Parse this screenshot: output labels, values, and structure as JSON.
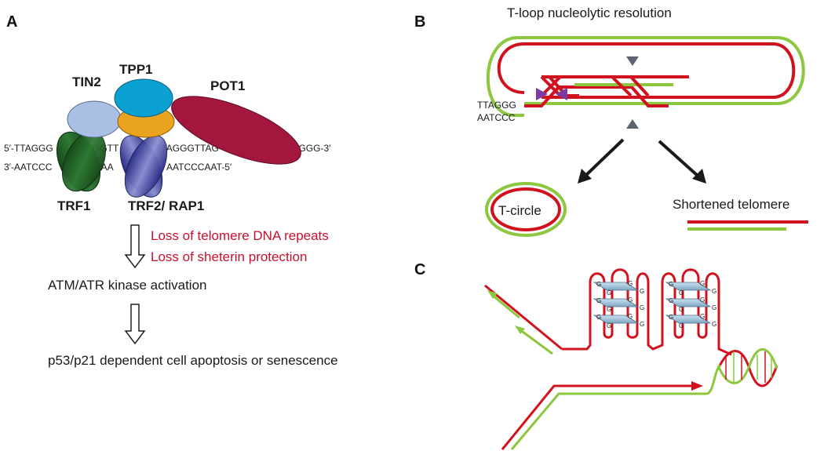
{
  "panels": {
    "a": {
      "letter": "A",
      "proteins": {
        "tin2": "TIN2",
        "tpp1": "TPP1",
        "pot1": "POT1",
        "trf1": "TRF1",
        "trf2_rap1": "TRF2/ RAP1"
      },
      "sequence_top_fragments": [
        "5′-TTAGGG",
        "GGTT",
        "TTAGGGTTAG",
        "GGTTAGGG-3′"
      ],
      "sequence_bottom_fragments": [
        "3′-AATCCC",
        "CAA",
        "AATCCCAAT-5′"
      ],
      "loss_line_1": "Loss of telomere DNA repeats",
      "loss_line_2": "Loss of sheterin protection",
      "kinase": "ATM/ATR kinase activation",
      "outcome": "p53/p21 dependent cell apoptosis or senescence"
    },
    "b": {
      "letter": "B",
      "title": "T-loop nucleolytic resolution",
      "strand_top": "TTAGGG",
      "strand_bottom": "AATCCC",
      "circle_label": "T-circle",
      "shortened_label": "Shortened telomere"
    },
    "c": {
      "letter": "C",
      "quartet_base": "G"
    }
  },
  "colors": {
    "red_strand": "#d0121f",
    "green_strand": "#8dc63f",
    "tin2": "#a9bfe4",
    "tpp1": "#0aa0d2",
    "orange": "#eaa31f",
    "pot1": "#a3173f",
    "trf1": "#216326",
    "trf2": "#3a3ea0",
    "purple_marker": "#7b3aa5",
    "grey_marker": "#5d6470",
    "red_text": "#c8102e"
  }
}
